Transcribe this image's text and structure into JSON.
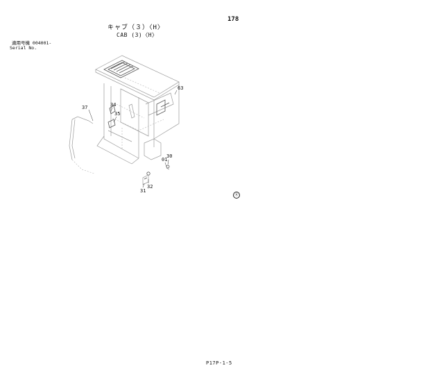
{
  "header": {
    "page_number": "178",
    "title_jp": "キャブ（３）〈H〉",
    "title_en": "CAB (3)〈H〉"
  },
  "serial": {
    "label_jp": "適用号機 004001-",
    "label_en": "Serial No."
  },
  "diagram": {
    "callouts": {
      "c63": "63",
      "c37": "37",
      "c34": "34",
      "c35": "35",
      "c30": "30",
      "c01": "01",
      "c31": "31",
      "c32": "32"
    },
    "symbol": "Ⓐ"
  },
  "footer": {
    "code": "P17P-1-5"
  }
}
